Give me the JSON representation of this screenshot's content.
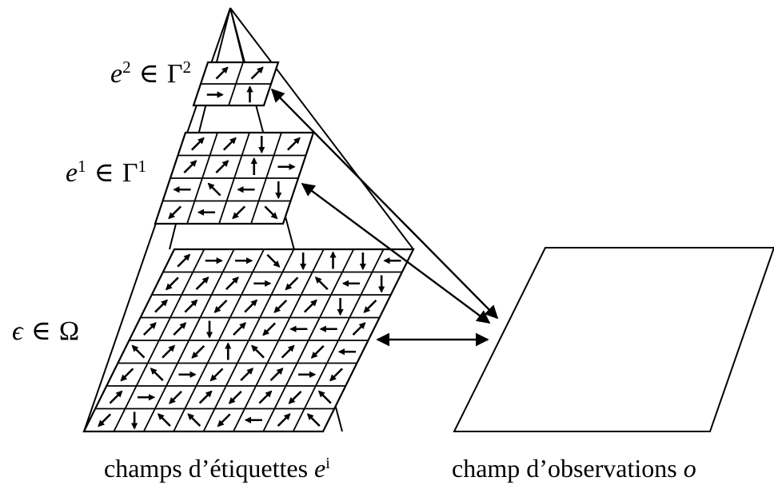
{
  "labels": {
    "level2": {
      "var": "e",
      "exp": "2",
      "rel": "∈",
      "set": "Γ",
      "set_exp": "2"
    },
    "level1": {
      "var": "e",
      "exp": "1",
      "rel": "∈",
      "set": "Γ",
      "set_exp": "1"
    },
    "level0": {
      "var": "ϵ",
      "rel": "∈",
      "set": "Ω"
    }
  },
  "captions": {
    "left": {
      "text": "champs d’étiquettes ",
      "var": "e",
      "exp": "i"
    },
    "right": {
      "text": "champ d’observations ",
      "var": "o"
    }
  },
  "grids": {
    "level2": {
      "cols": 2,
      "rows": 2,
      "arrows": [
        "ne",
        "ne",
        "e",
        "n"
      ]
    },
    "level1": {
      "cols": 4,
      "rows": 4,
      "arrows": [
        "ne",
        "ne",
        "s",
        "ne",
        "ne",
        "ne",
        "n",
        "e",
        "w",
        "nw",
        "w",
        "s",
        "sw",
        "w",
        "sw",
        "se"
      ]
    },
    "level0": {
      "cols": 8,
      "rows": 8,
      "arrows": [
        "ne",
        "e",
        "e",
        "se",
        "s",
        "n",
        "s",
        "w",
        "sw",
        "ne",
        "ne",
        "e",
        "sw",
        "nw",
        "w",
        "s",
        "ne",
        "ne",
        "sw",
        "ne",
        "sw",
        "ne",
        "s",
        "sw",
        "ne",
        "ne",
        "s",
        "ne",
        "sw",
        "w",
        "w",
        "ne",
        "nw",
        "ne",
        "sw",
        "n",
        "nw",
        "ne",
        "sw",
        "w",
        "sw",
        "nw",
        "e",
        "sw",
        "ne",
        "ne",
        "e",
        "sw",
        "ne",
        "e",
        "sw",
        "ne",
        "sw",
        "ne",
        "sw",
        "nw",
        "sw",
        "s",
        "nw",
        "nw",
        "sw",
        "w",
        "ne",
        "nw"
      ]
    }
  },
  "colors": {
    "ink": "#000000",
    "background": "#ffffff"
  }
}
